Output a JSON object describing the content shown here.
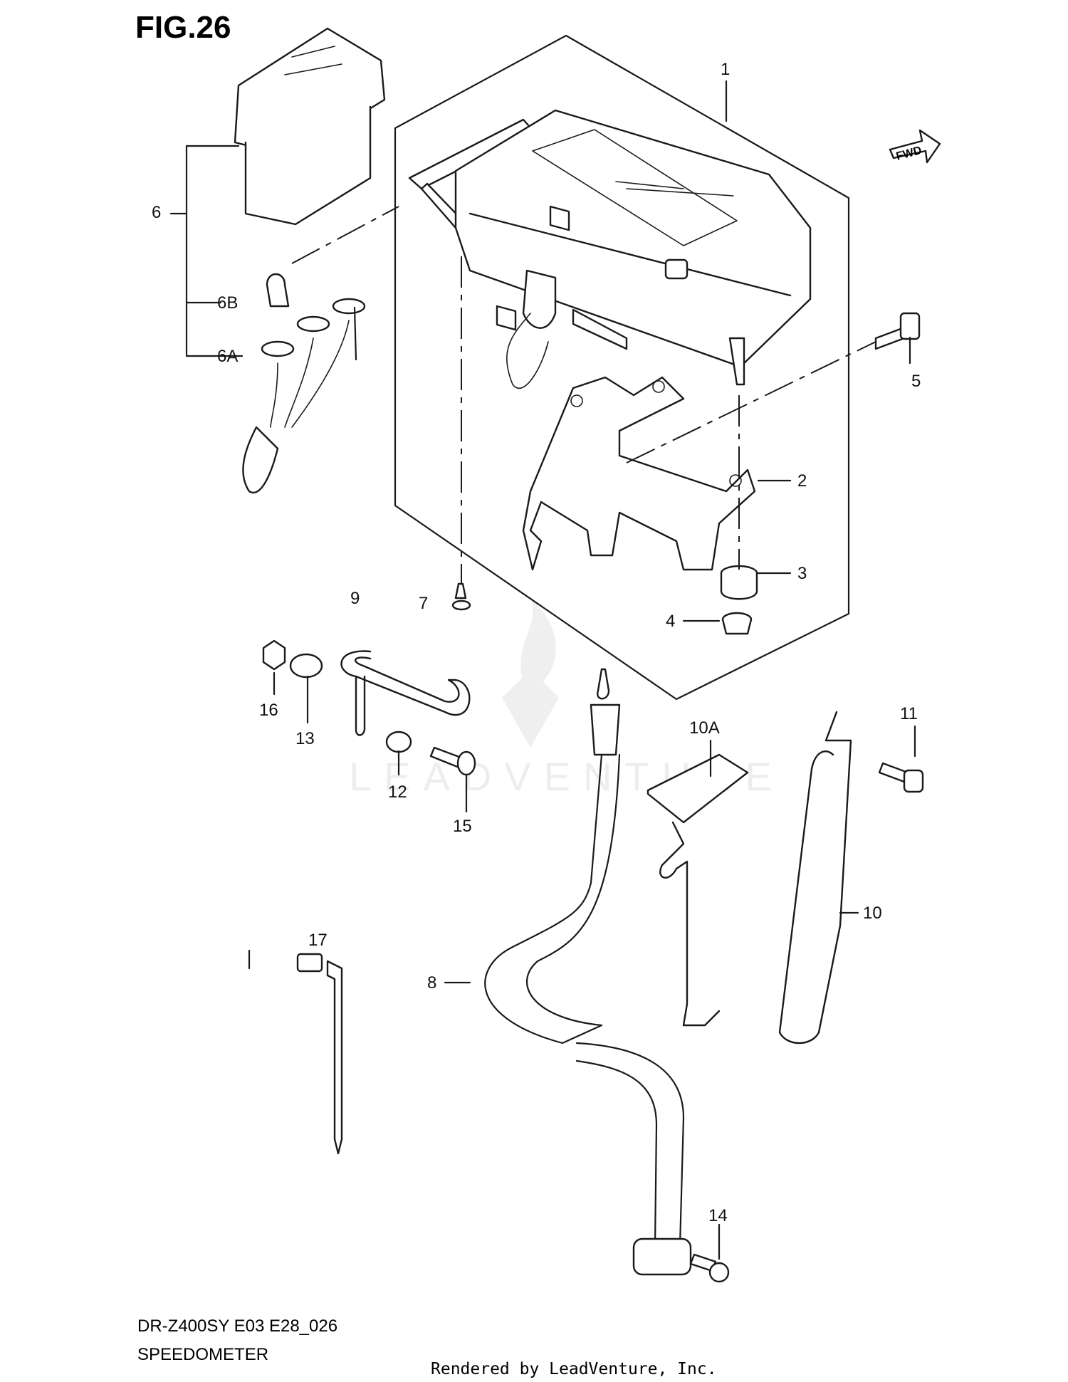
{
  "figure": {
    "label": "FIG.26"
  },
  "fwd_badge": "FWD",
  "watermark": "LEADVENTURE",
  "callouts": [
    "1",
    "2",
    "3",
    "4",
    "5",
    "6",
    "6B",
    "6A",
    "7",
    "8",
    "9",
    "10",
    "10A",
    "11",
    "12",
    "13",
    "14",
    "15",
    "16",
    "17"
  ],
  "footer": {
    "model_code": "DR-Z400SY  E03  E28_026",
    "section_title": "SPEEDOMETER",
    "rendered_by": "Rendered by LeadVenture, Inc."
  }
}
